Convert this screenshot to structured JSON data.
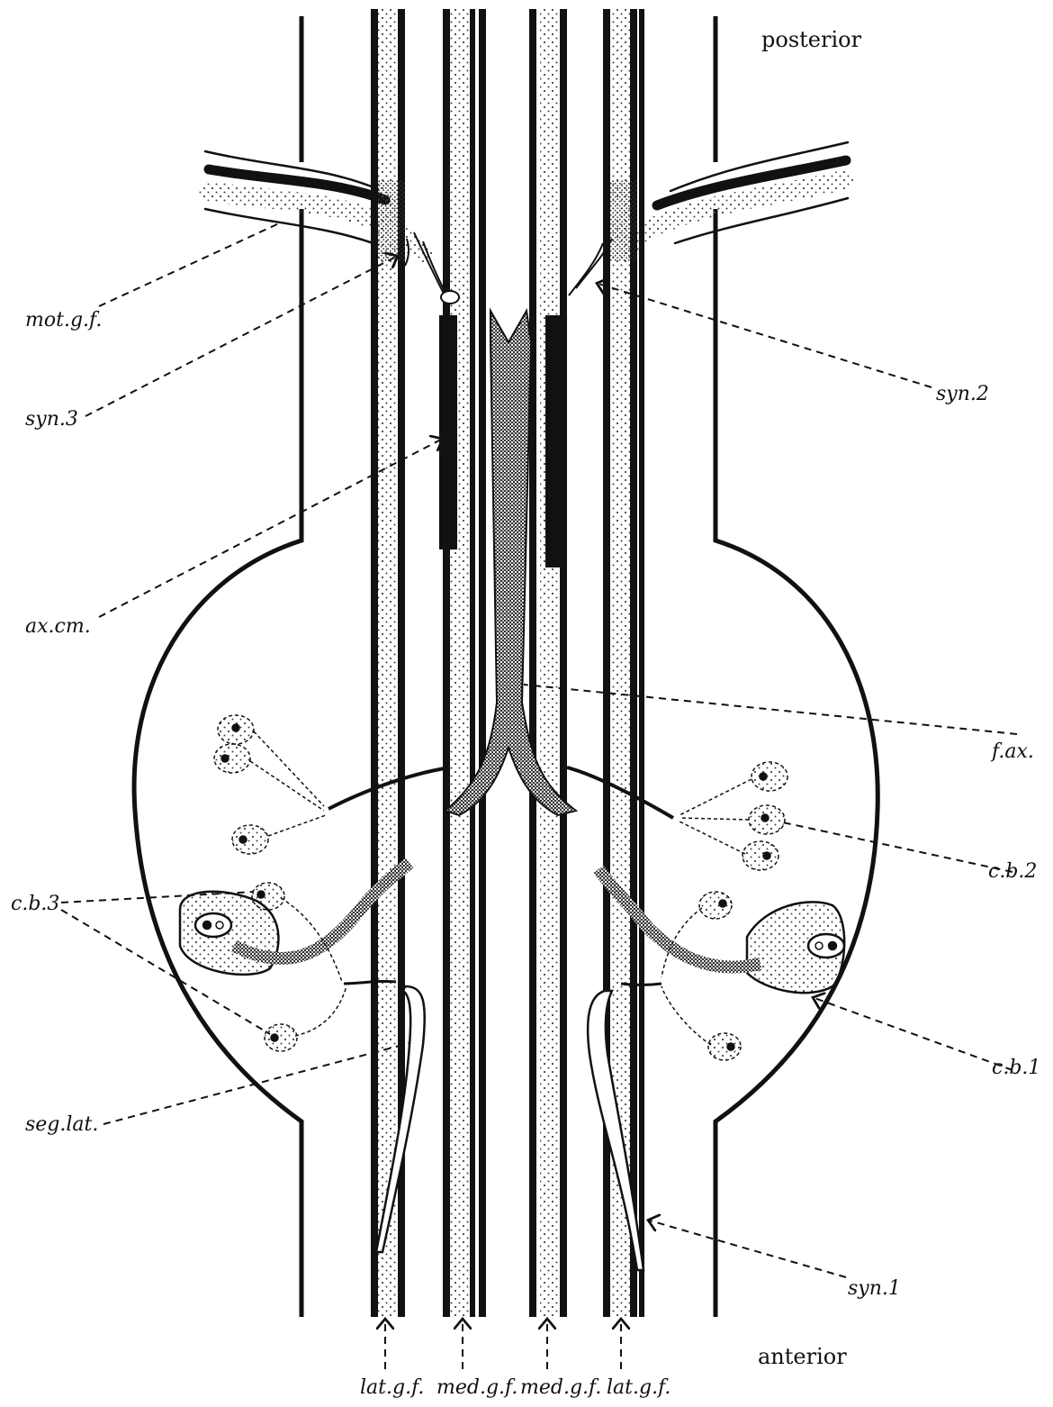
{
  "orientation": {
    "top": "posterior",
    "bottom": "anterior"
  },
  "labels": {
    "mot_gf": "mot.g.f.",
    "syn3": "syn.3",
    "syn2": "syn.2",
    "ax_cm": "ax.cm.",
    "f_ax": "f.ax.",
    "cb2": "c.b.2",
    "cb3": "c.b.3",
    "cb1": "c.b.1",
    "seg_lat": "seg.lat.",
    "syn1": "syn.1"
  },
  "fiber_labels": [
    "lat.g.f.",
    "med.g.f.",
    "med.g.f.",
    "lat.g.f."
  ],
  "colors": {
    "ink": "#111111",
    "stipple": "#4a4a4a",
    "paper": "#ffffff"
  }
}
